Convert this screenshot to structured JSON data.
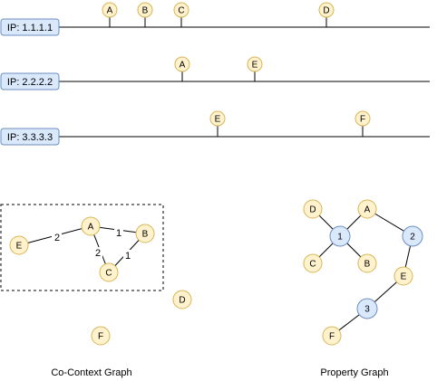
{
  "timelines": [
    {
      "ip": "IP: 1.1.1.1",
      "events": [
        "A",
        "B",
        "C",
        "D"
      ]
    },
    {
      "ip": "IP: 2.2.2.2",
      "events": [
        "A",
        "E"
      ]
    },
    {
      "ip": "IP: 3.3.3.3",
      "events": [
        "E",
        "F"
      ]
    }
  ],
  "co_context_graph": {
    "caption": "Co-Context Graph",
    "nodes": [
      "E",
      "A",
      "B",
      "C",
      "D",
      "F"
    ],
    "edges": [
      {
        "from": "E",
        "to": "A",
        "weight": "2"
      },
      {
        "from": "A",
        "to": "B",
        "weight": "1"
      },
      {
        "from": "A",
        "to": "C",
        "weight": "2"
      },
      {
        "from": "B",
        "to": "C",
        "weight": "1"
      }
    ]
  },
  "property_graph": {
    "caption": "Property Graph",
    "nodes": [
      "D",
      "A",
      "1",
      "C",
      "B",
      "2",
      "E",
      "3",
      "F"
    ],
    "edges": [
      {
        "from": "D",
        "to": "1"
      },
      {
        "from": "A",
        "to": "1"
      },
      {
        "from": "C",
        "to": "1"
      },
      {
        "from": "B",
        "to": "1"
      },
      {
        "from": "A",
        "to": "2"
      },
      {
        "from": "2",
        "to": "E"
      },
      {
        "from": "E",
        "to": "3"
      },
      {
        "from": "3",
        "to": "F"
      }
    ]
  },
  "colors": {
    "event_node_fill": "#fff2cc",
    "event_node_stroke": "#d6b656",
    "property_node_fill": "#dae8fc",
    "property_node_stroke": "#6c8ebf",
    "ip_label_fill": "#dae8fc",
    "ip_label_stroke": "#6c8ebf",
    "line": "#000000"
  }
}
